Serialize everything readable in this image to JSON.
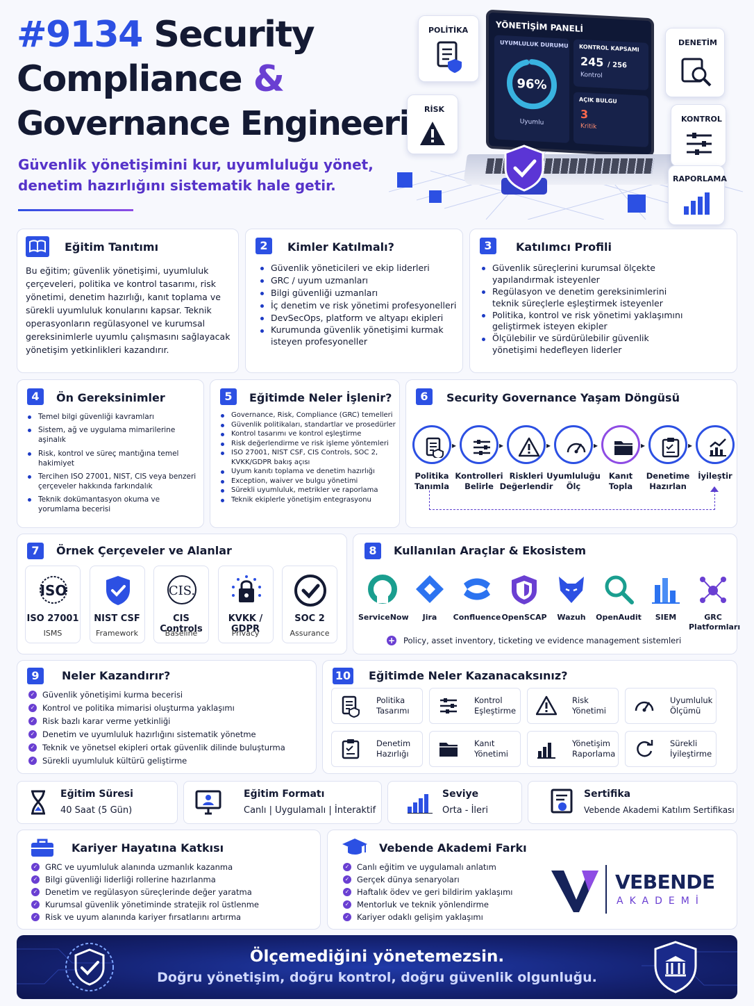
{
  "hero": {
    "code": "#9134",
    "title_line1_rest": "Security",
    "title_line2": "Compliance",
    "ampersand": "&",
    "title_line3": "Governance Engineering",
    "subtitle_line1": "Güvenlik yönetişimini kur, uyumluluğu yönet,",
    "subtitle_line2": "denetim hazırlığını sistematik hale getir."
  },
  "illustration": {
    "panel_title": "YÖNETİŞİM PANELİ",
    "compliance_label": "UYUMLULUK DURUMU",
    "compliance_value": "96%",
    "compliance_fraction": 0.96,
    "compliance_sub": "Uyumlu",
    "coverage_label": "KONTROL KAPSAMI",
    "coverage_value": "245",
    "coverage_total": "/ 256",
    "coverage_sub": "Kontrol",
    "findings_label": "AÇIK BULGU",
    "findings_value": "3",
    "findings_sub": "Kritik",
    "tags": {
      "politika": "POLİTİKA",
      "risk": "RİSK",
      "denetim": "DENETİM",
      "kontrol": "KONTROL",
      "raporlama": "RAPORLAMA"
    }
  },
  "sec1": {
    "title": "Eğitim Tanıtımı",
    "body": "Bu eğitim; güvenlik yönetişimi, uyumluluk çerçeveleri, politika ve kontrol tasarımı, risk yönetimi, denetim hazırlığı, kanıt toplama ve sürekli uyumluluk konularını kapsar. Teknik operasyonların regülasyonel ve kurumsal gereksinimlerle uyumlu çalışmasını sağlayacak yönetişim yetkinlikleri kazandırır."
  },
  "sec2": {
    "num": "2",
    "title": "Kimler Katılmalı?",
    "items": [
      "Güvenlik yöneticileri ve ekip liderleri",
      "GRC / uyum uzmanları",
      "Bilgi güvenliği uzmanları",
      "İç denetim ve risk yönetimi profesyonelleri",
      "DevSecOps, platform ve altyapı ekipleri",
      "Kurumunda güvenlik yönetişimi kurmak isteyen profesyoneller"
    ]
  },
  "sec3": {
    "num": "3",
    "title": "Katılımcı Profili",
    "items": [
      "Güvenlik süreçlerini kurumsal ölçekte yapılandırmak isteyenler",
      "Regülasyon ve denetim gereksinimlerini teknik süreçlerle eşleştirmek isteyenler",
      "Politika, kontrol ve risk yönetimi yaklaşımını geliştirmek isteyen ekipler",
      "Ölçülebilir ve sürdürülebilir güvenlik yönetişimi hedefleyen liderler"
    ]
  },
  "sec4": {
    "num": "4",
    "title": "Ön Gereksinimler",
    "items": [
      "Temel bilgi güvenliği kavramları",
      "Sistem, ağ ve uygulama mimarilerine aşinalık",
      "Risk, kontrol ve süreç mantığına temel hakimiyet",
      "Tercihen ISO 27001, NIST, CIS veya benzeri çerçeveler hakkında farkındalık",
      "Teknik dokümantasyon okuma ve yorumlama becerisi"
    ]
  },
  "sec5": {
    "num": "5",
    "title": "Eğitimde Neler İşlenir?",
    "items": [
      "Governance, Risk, Compliance (GRC) temelleri",
      "Güvenlik politikaları, standartlar ve prosedürler",
      "Kontrol tasarımı ve kontrol eşleştirme",
      "Risk değerlendirme ve risk işleme yöntemleri",
      "ISO 27001, NIST CSF, CIS Controls, SOC 2, KVKK/GDPR bakış açısı",
      "Uyum kanıtı toplama ve denetim hazırlığı",
      "Exception, waiver ve bulgu yönetimi",
      "Sürekli uyumluluk, metrikler ve raporlama",
      "Teknik ekiplerle yönetişim entegrasyonu"
    ]
  },
  "sec6": {
    "num": "6",
    "title": "Security Governance Yaşam Döngüsü",
    "steps": [
      {
        "l1": "Politika",
        "l2": "Tanımla"
      },
      {
        "l1": "Kontrolleri",
        "l2": "Belirle"
      },
      {
        "l1": "Riskleri",
        "l2": "Değerlendir"
      },
      {
        "l1": "Uyumluluğu",
        "l2": "Ölç"
      },
      {
        "l1": "Kanıt",
        "l2": "Topla"
      },
      {
        "l1": "Denetime",
        "l2": "Hazırlan"
      },
      {
        "l1": "İyileştir",
        "l2": ""
      }
    ]
  },
  "sec7": {
    "num": "7",
    "title": "Örnek Çerçeveler ve Alanlar",
    "items": [
      {
        "logo": "ISO",
        "name": "ISO 27001",
        "sub": "ISMS"
      },
      {
        "logo": "",
        "name": "NIST CSF",
        "sub": "Framework"
      },
      {
        "logo": "CIS.",
        "name": "CIS Controls",
        "sub": "Baseline"
      },
      {
        "logo": "",
        "name": "KVKK / GDPR",
        "sub": "Privacy"
      },
      {
        "logo": "",
        "name": "SOC 2",
        "sub": "Assurance"
      }
    ]
  },
  "sec8": {
    "num": "8",
    "title": "Kullanılan Araçlar & Ekosistem",
    "tools": [
      {
        "l1": "ServiceNow",
        "l2": ""
      },
      {
        "l1": "Jira",
        "l2": ""
      },
      {
        "l1": "Confluence",
        "l2": ""
      },
      {
        "l1": "OpenSCAP",
        "l2": ""
      },
      {
        "l1": "Wazuh",
        "l2": ""
      },
      {
        "l1": "OpenAudit",
        "l2": ""
      },
      {
        "l1": "SIEM",
        "l2": ""
      },
      {
        "l1": "GRC",
        "l2": "Platformları"
      }
    ],
    "note": "Policy, asset inventory, ticketing ve evidence management sistemleri"
  },
  "sec9": {
    "num": "9",
    "title": "Neler Kazandırır?",
    "items": [
      "Güvenlik yönetişimi kurma becerisi",
      "Kontrol ve politika mimarisi oluşturma yaklaşımı",
      "Risk bazlı karar verme yetkinliği",
      "Denetim ve uyumluluk hazırlığını sistematik yönetme",
      "Teknik ve yönetsel ekipleri ortak güvenlik dilinde buluşturma",
      "Sürekli uyumluluk kültürü geliştirme"
    ]
  },
  "sec10": {
    "num": "10",
    "title": "Eğitimde Neler Kazanacaksınız?",
    "items": [
      {
        "l1": "Politika",
        "l2": "Tasarımı"
      },
      {
        "l1": "Kontrol",
        "l2": "Eşleştirme"
      },
      {
        "l1": "Risk",
        "l2": "Yönetimi"
      },
      {
        "l1": "Uyumluluk",
        "l2": "Ölçümü"
      },
      {
        "l1": "Denetim",
        "l2": "Hazırlığı"
      },
      {
        "l1": "Kanıt",
        "l2": "Yönetimi"
      },
      {
        "l1": "Yönetişim",
        "l2": "Raporlama"
      },
      {
        "l1": "Sürekli",
        "l2": "İyileştirme"
      }
    ]
  },
  "info": {
    "duration_title": "Eğitim Süresi",
    "duration_value": "40 Saat (5 Gün)",
    "format_title": "Eğitim Formatı",
    "format_value": "Canlı | Uygulamalı | İnteraktif",
    "level_title": "Seviye",
    "level_value": "Orta - İleri",
    "cert_title": "Sertifika",
    "cert_value": "Vebende Akademi Katılım Sertifikası"
  },
  "career": {
    "title": "Kariyer Hayatına Katkısı",
    "items": [
      "GRC ve uyumluluk alanında uzmanlık kazanma",
      "Bilgi güvenliği liderliği rollerine hazırlanma",
      "Denetim ve regülasyon süreçlerinde değer yaratma",
      "Kurumsal güvenlik yönetiminde stratejik rol üstlenme",
      "Risk ve uyum alanında kariyer fırsatlarını artırma"
    ]
  },
  "diff": {
    "title": "Vebende Akademi Farkı",
    "items": [
      "Canlı eğitim ve uygulamalı anlatım",
      "Gerçek dünya senaryoları",
      "Haftalık ödev ve geri bildirim yaklaşımı",
      "Mentorluk ve teknik yönlendirme",
      "Kariyer odaklı gelişim yaklaşımı"
    ],
    "brand1": "VEBENDE",
    "brand2": "AKADEMİ"
  },
  "footer": {
    "line1": "Ölçemediğini yönetemezsin.",
    "line2": "Doğru yönetişim, doğru kontrol, doğru güvenlik olgunluğu."
  },
  "colors": {
    "primary": "#2c50e3",
    "purple": "#6a3fd2",
    "dark": "#141a33",
    "footer_bg": "#16237a"
  }
}
